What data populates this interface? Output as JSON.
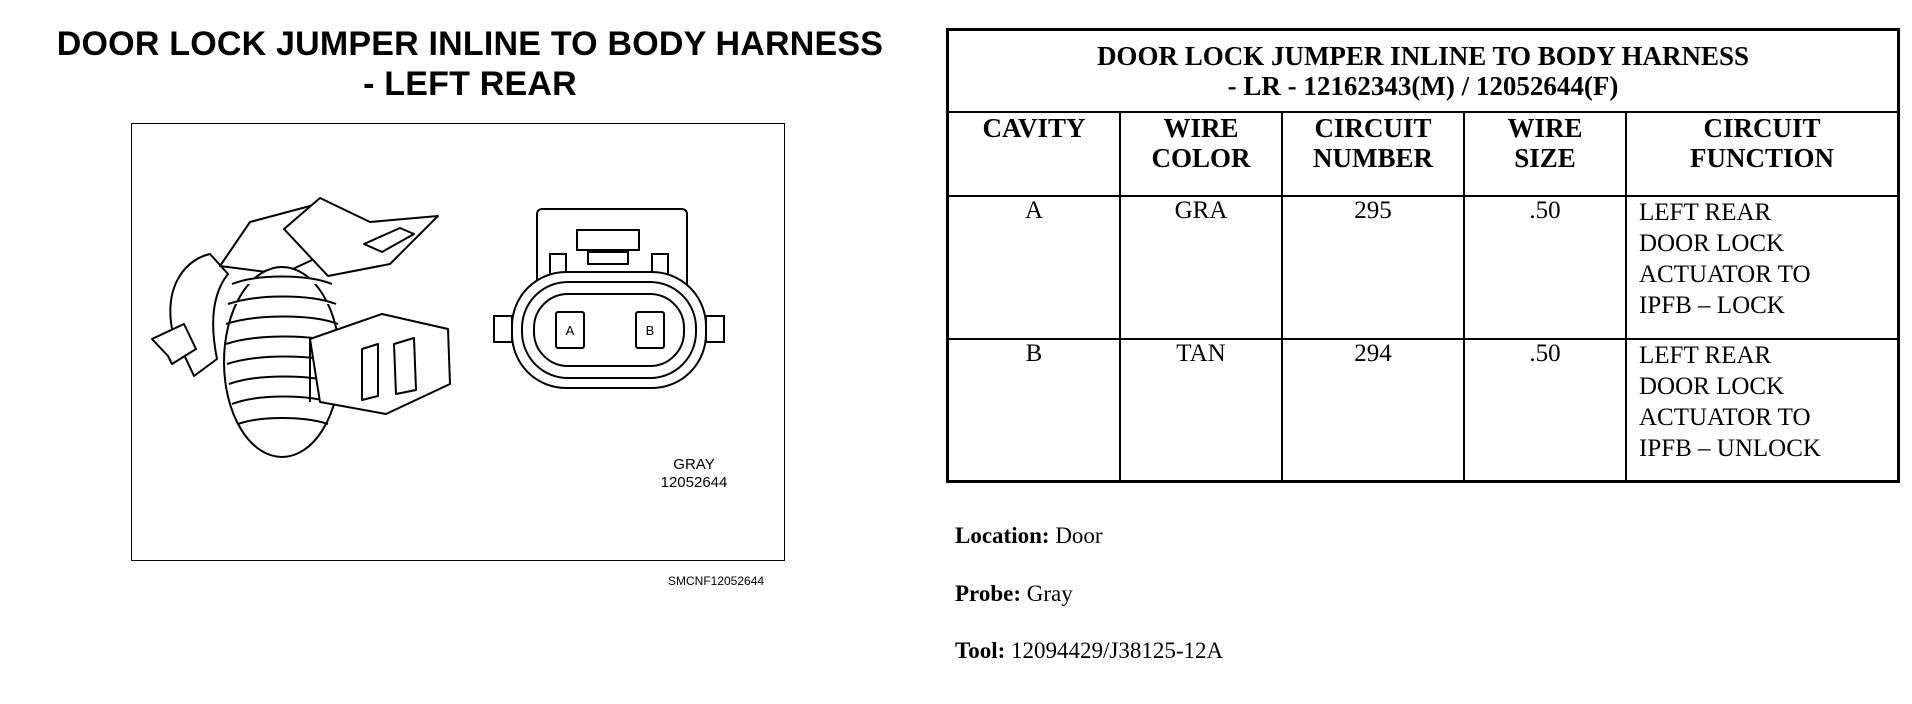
{
  "left_title": {
    "line1": "DOOR LOCK JUMPER INLINE TO BODY HARNESS",
    "line2": "- LEFT REAR"
  },
  "figure": {
    "pin_a": "A",
    "pin_b": "B",
    "color": "GRAY",
    "part_number": "12052644",
    "figure_id": "SMCNF12052644"
  },
  "table": {
    "title_line1": "DOOR LOCK JUMPER INLINE TO BODY HARNESS",
    "title_line2": "- LR - 12162343(M) / 12052644(F)",
    "headers": [
      {
        "l1": "CAVITY",
        "l2": ""
      },
      {
        "l1": "WIRE",
        "l2": "COLOR"
      },
      {
        "l1": "CIRCUIT",
        "l2": "NUMBER"
      },
      {
        "l1": "WIRE",
        "l2": "SIZE"
      },
      {
        "l1": "CIRCUIT",
        "l2": "FUNCTION"
      }
    ],
    "rows": [
      {
        "cavity": "A",
        "wire_color": "GRA",
        "circuit_number": "295",
        "wire_size": ".50",
        "function": [
          "LEFT REAR",
          "DOOR LOCK",
          "ACTUATOR TO",
          "IPFB – LOCK"
        ]
      },
      {
        "cavity": "B",
        "wire_color": "TAN",
        "circuit_number": "294",
        "wire_size": ".50",
        "function": [
          "LEFT REAR",
          "DOOR LOCK",
          "ACTUATOR TO",
          "IPFB – UNLOCK"
        ]
      }
    ]
  },
  "info": {
    "location_label": "Location:",
    "location_value": "Door",
    "probe_label": "Probe:",
    "probe_value": "Gray",
    "tool_label": "Tool:",
    "tool_value": "12094429/J38125-12A"
  }
}
